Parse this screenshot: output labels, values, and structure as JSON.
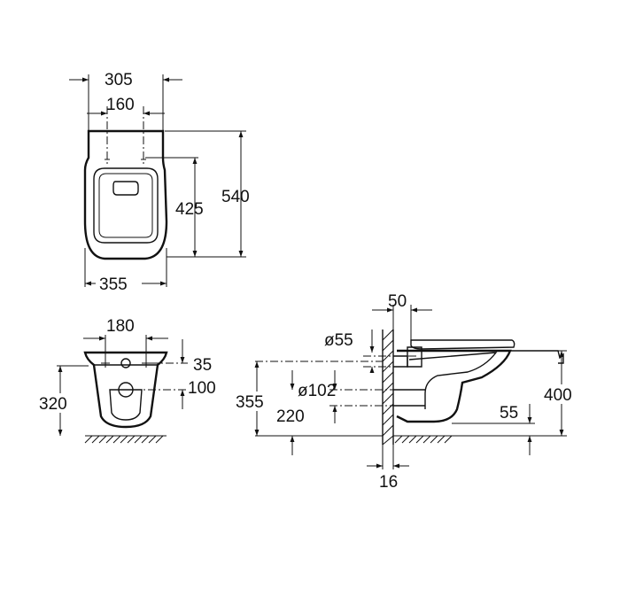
{
  "top_view": {
    "width_outer": "305",
    "holes_spacing": "160",
    "depth_to_holes": "425",
    "depth_total": "540",
    "width_body": "355"
  },
  "front_view": {
    "holes_spacing": "180",
    "offset_35": "35",
    "offset_100": "100",
    "height_320": "320"
  },
  "side_view": {
    "wall_offset": "50",
    "inlet_diameter": "ø55",
    "outlet_diameter": "ø102",
    "height_355": "355",
    "height_220": "220",
    "height_400": "400",
    "floor_gap": "55",
    "wall_thickness": "16"
  }
}
